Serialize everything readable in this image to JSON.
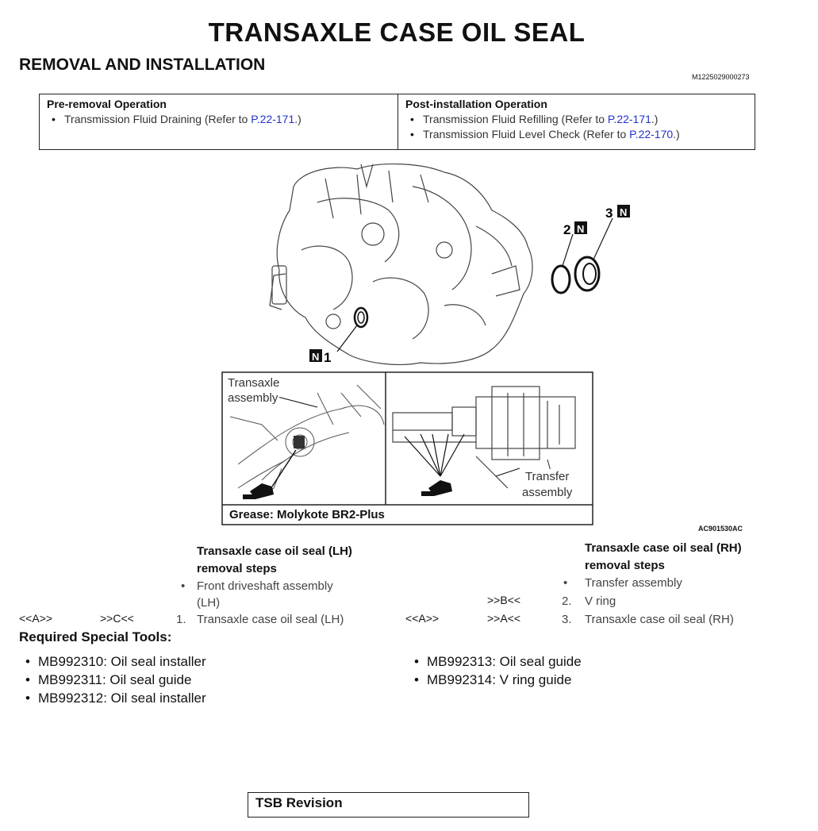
{
  "title": "TRANSAXLE CASE OIL SEAL",
  "subtitle": "REMOVAL AND INSTALLATION",
  "doc_id": "M1225029000273",
  "pre_removal": {
    "heading": "Pre-removal Operation",
    "items": [
      {
        "text": "Transmission Fluid Draining (Refer to ",
        "link": "P.22-171",
        "suffix": ".)"
      }
    ]
  },
  "post_installation": {
    "heading": "Post-installation Operation",
    "items": [
      {
        "text": "Transmission Fluid Refilling (Refer to ",
        "link": "P.22-171",
        "suffix": ".)"
      },
      {
        "text": "Transmission Fluid Level Check (Refer to ",
        "link": "P.22-170",
        "suffix": ".)"
      }
    ]
  },
  "figure": {
    "callouts": {
      "c1": "1",
      "c2": "2",
      "c3": "3",
      "n": "N"
    },
    "detail_left_label": [
      "Transaxle",
      "assembly"
    ],
    "detail_right_label": [
      "Transfer",
      "assembly"
    ],
    "grease_label": "Grease: Molykote BR2-Plus",
    "figure_code": "AC901530AC"
  },
  "lh_steps": {
    "title_line1": "Transaxle case oil seal (LH)",
    "title_line2": "removal steps",
    "bullet_line1": "Front driveshaft assembly",
    "bullet_line2": "(LH)",
    "step1_ref_removal": "<<A>>",
    "step1_ref_install": ">>C<<",
    "step1_num": "1.",
    "step1_text": "Transaxle case oil seal (LH)"
  },
  "rh_steps": {
    "title_line1": "Transaxle case oil seal (RH)",
    "title_line2": "removal steps",
    "bullet": "Transfer assembly",
    "step2_ref_install": ">>B<<",
    "step2_num": "2.",
    "step2_text": "V ring",
    "step3_ref_removal": "<<A>>",
    "step3_ref_install": ">>A<<",
    "step3_num": "3.",
    "step3_text": "Transaxle case oil seal (RH)"
  },
  "tools": {
    "heading": "Required Special Tools:",
    "left": [
      "MB992310: Oil seal installer",
      "MB992311: Oil seal guide",
      "MB992312: Oil seal installer"
    ],
    "right": [
      "MB992313: Oil seal guide",
      "MB992314: V ring guide"
    ]
  },
  "footer": {
    "tsb_label": "TSB Revision"
  }
}
